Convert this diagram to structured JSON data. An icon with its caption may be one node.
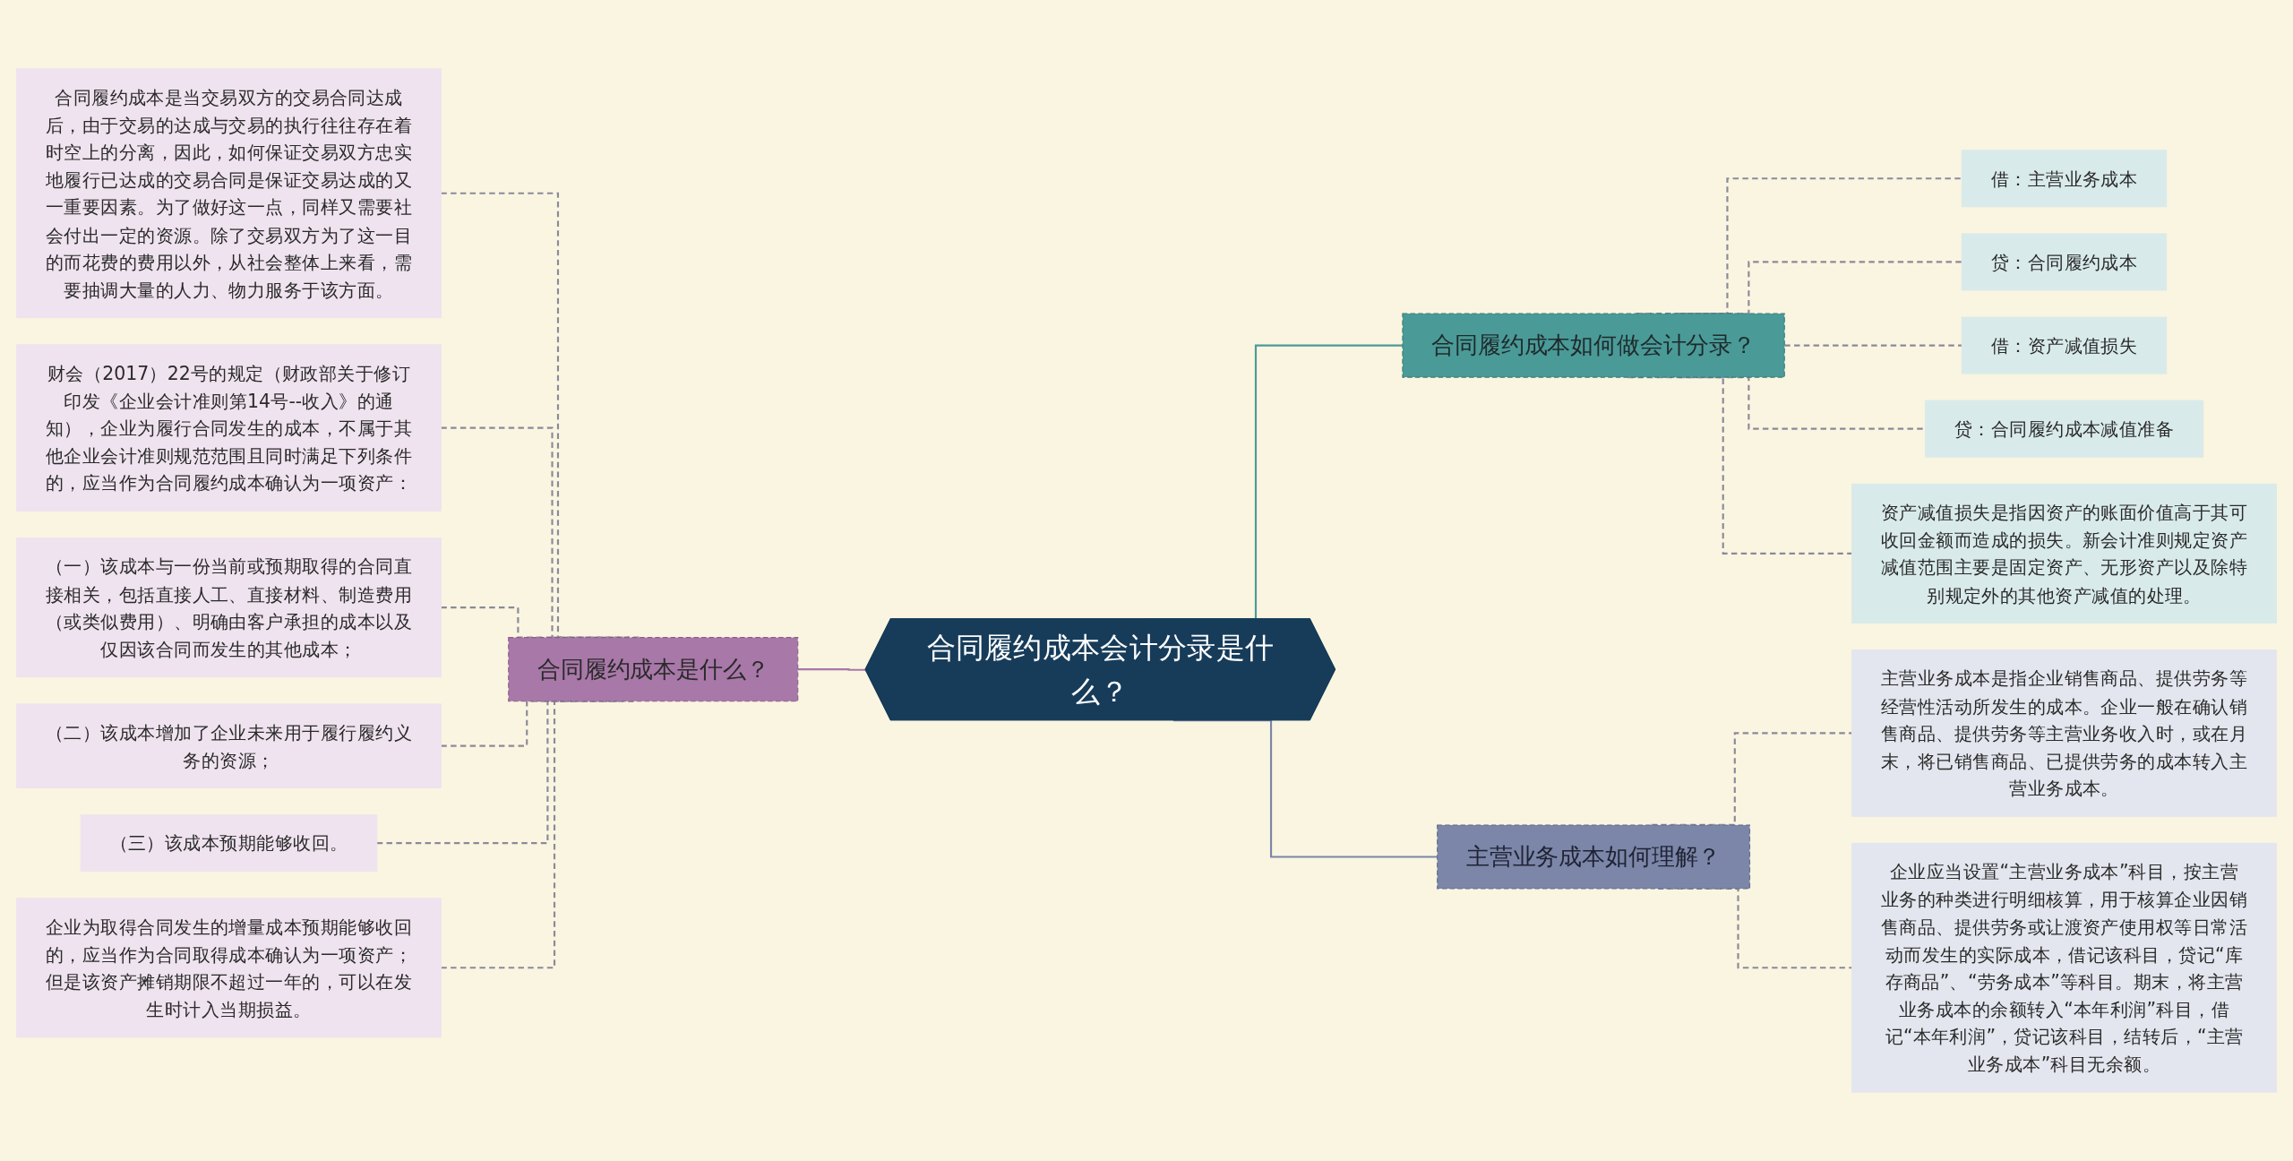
{
  "diagram": {
    "nodes": [
      {
        "text": [
          "合同履约成本会计分录是什么？"
        ]
      },
      {
        "text": [
          "合同履约成本是什么？"
        ]
      },
      {
        "text": [
          "合同履约成本是当交易双方的交易合同达成后，由于交易的达成与交易的执行往往存在着时空上的分离，因此，如何保证交易双方忠实地履行已达成的交易合同是保证交易达成的又一重要因素。为了做好这一点，同样又需要社会付出一定的资源。除了交易双方为了这一目的而花费的费用以外，从社会整体上来看，需要抽调大量的人力、物力服务于该方面。"
        ]
      },
      {
        "text": [
          "财会（2017）22号的规定（财政部关于修订印发《企业会计准则第14号--收入》的通知），企业为履行合同发生的成本，不属于其他企业会计准则规范范围且同时满足下列条件的，应当作为合同履约成本确认为一项资产："
        ]
      },
      {
        "text": [
          "（一）该成本与一份当前或预期取得的合同直接相关，包括直接人工、直接材料、制造费用（或类似费用）、明确由客户承担的成本以及仅因该合同而发生的其他成本；"
        ]
      },
      {
        "text": [
          "（二）该成本增加了企业未来用于履行履约义务的资源；"
        ]
      },
      {
        "text": [
          "（三）该成本预期能够收回。"
        ]
      },
      {
        "text": [
          "企业为取得合同发生的增量成本预期能够收回的，应当作为合同取得成本确认为一项资产；但是该资产摊销期限不超过一年的，可以在发生时计入当期损益。"
        ]
      },
      {
        "text": [
          "合同履约成本如何做会计分录？"
        ]
      },
      {
        "text": [
          "借：主营业务成本"
        ]
      },
      {
        "text": [
          "贷：合同履约成本"
        ]
      },
      {
        "text": [
          "借：资产减值损失"
        ]
      },
      {
        "text": [
          "贷：合同履约成本减值准备"
        ]
      },
      {
        "text": [
          "资产减值损失是指因资产的账面价值高于其可收回金额而造成的损失。新会计准则规定资产减值范围主要是固定资产、无形资产以及除特别规定外的其他资产减值的处理。"
        ]
      },
      {
        "text": [
          "主营业务成本如何理解？"
        ]
      },
      {
        "text": [
          "主营业务成本是指企业销售商品、提供劳务等经营性活动所发生的成本。企业一般在确认销售商品、提供劳务等主营业务收入时，或在月末，将已销售商品、已提供劳务的成本转入主营业务成本。"
        ]
      },
      {
        "text": [
          "企业应当设置“主营业务成本”科目，按主营业务的种类进行明细核算，用于核算企业因销售商品、提供劳务或让渡资产使用权等日常活动而发生的实际成本，借记该科目，贷记“库存商品”、“劳务成本”等科目。期末，将主营业务成本的余额转入“本年利润”科目，借记“本年利润”，贷记该科目，结转后，“主营业务成本”科目无余额。"
        ]
      }
    ],
    "edges": [
      {
        "from": 0,
        "to": 1,
        "arrow": "none",
        "color": "#a878a8"
      },
      {
        "from": 1,
        "to": 2,
        "arrow": "none",
        "style": "dashed"
      },
      {
        "from": 1,
        "to": 3,
        "arrow": "none",
        "style": "dashed"
      },
      {
        "from": 1,
        "to": 4,
        "arrow": "none",
        "style": "dashed"
      },
      {
        "from": 1,
        "to": 5,
        "arrow": "none",
        "style": "dashed"
      },
      {
        "from": 1,
        "to": 6,
        "arrow": "none",
        "style": "dashed"
      },
      {
        "from": 1,
        "to": 7,
        "arrow": "none",
        "style": "dashed"
      },
      {
        "from": 0,
        "to": 8,
        "arrow": "none",
        "color": "#4a9a98"
      },
      {
        "from": 8,
        "to": 9,
        "arrow": "none",
        "style": "dashed"
      },
      {
        "from": 8,
        "to": 10,
        "arrow": "none",
        "style": "dashed"
      },
      {
        "from": 8,
        "to": 11,
        "arrow": "none",
        "style": "dashed"
      },
      {
        "from": 8,
        "to": 12,
        "arrow": "none",
        "style": "dashed"
      },
      {
        "from": 8,
        "to": 13,
        "arrow": "none",
        "style": "dashed"
      },
      {
        "from": 0,
        "to": 14,
        "arrow": "none",
        "color": "#7b86a8"
      },
      {
        "from": 14,
        "to": 15,
        "arrow": "none",
        "style": "dashed"
      },
      {
        "from": 14,
        "to": 16,
        "arrow": "none",
        "style": "dashed"
      }
    ]
  }
}
